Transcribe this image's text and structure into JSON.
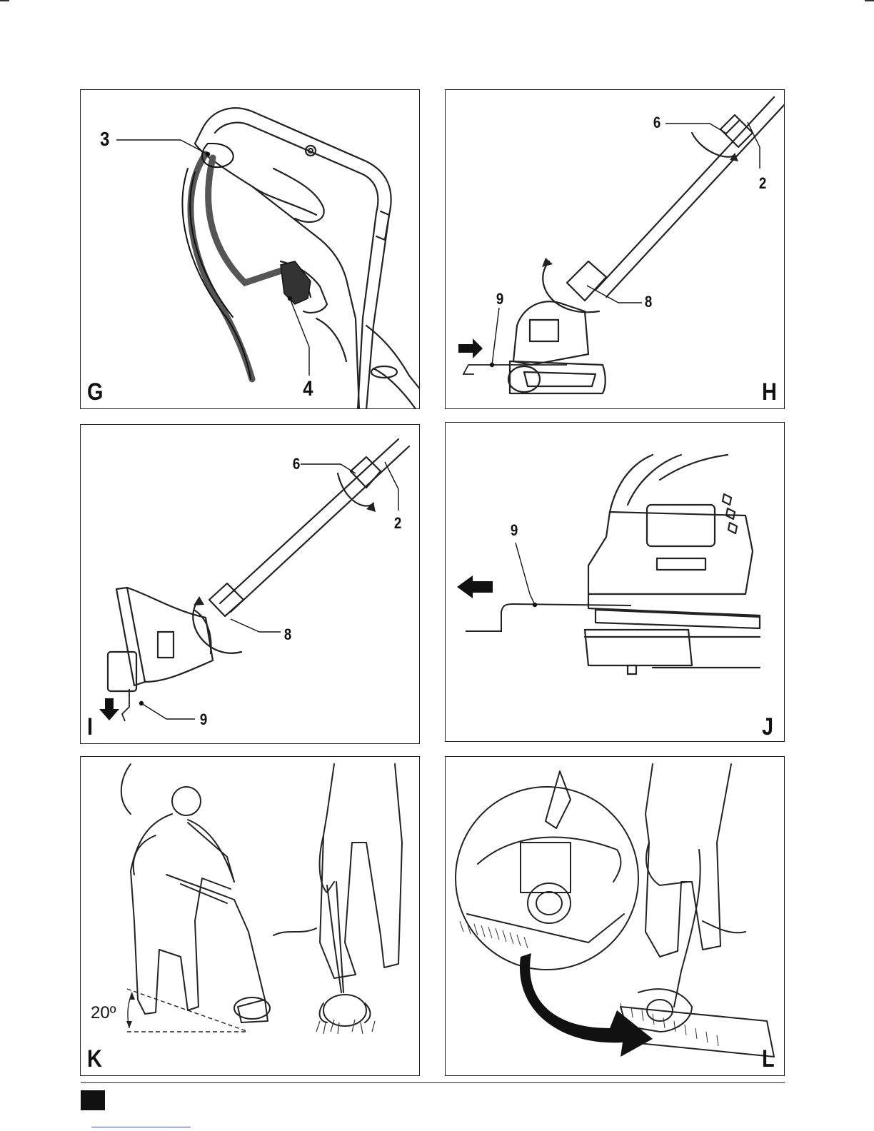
{
  "figures": [
    {
      "id": "G",
      "letter": "G",
      "callouts": [
        "3",
        "4"
      ]
    },
    {
      "id": "H",
      "letter": "H",
      "callouts": [
        "6",
        "2",
        "9",
        "8"
      ]
    },
    {
      "id": "I",
      "letter": "I",
      "callouts": [
        "6",
        "2",
        "8",
        "9"
      ]
    },
    {
      "id": "J",
      "letter": "J",
      "callouts": [
        "9"
      ]
    },
    {
      "id": "K",
      "letter": "K",
      "angle_label": "20º"
    },
    {
      "id": "L",
      "letter": "L"
    }
  ]
}
